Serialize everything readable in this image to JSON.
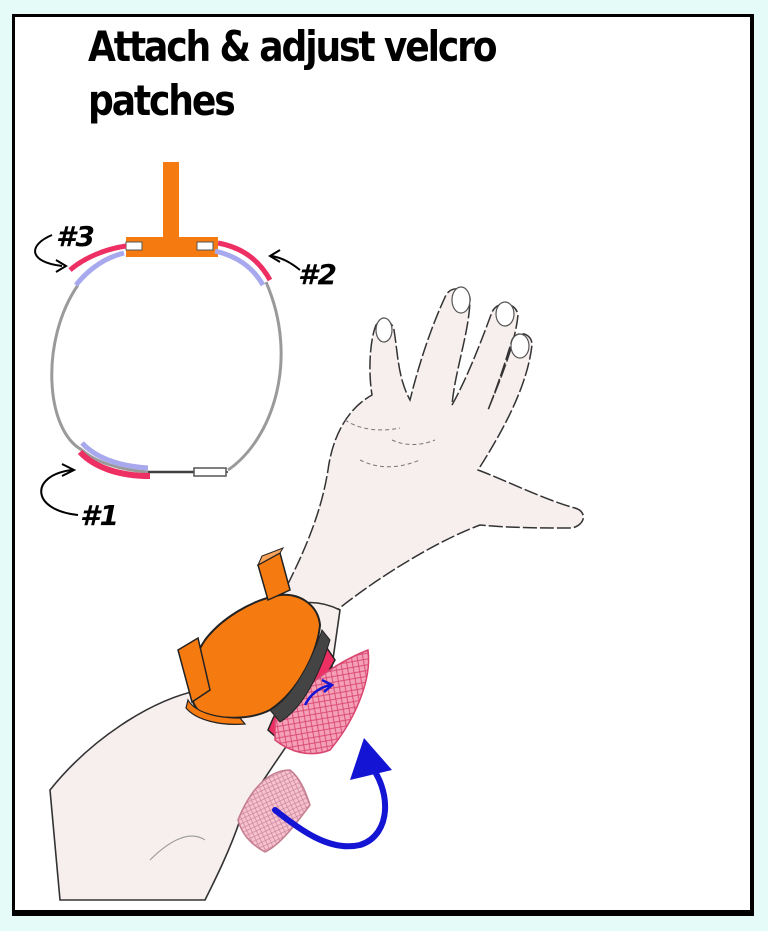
{
  "title": "Attach & adjust velcro patches",
  "labels": {
    "patch1": "#1",
    "patch2": "#2",
    "patch3": "#3"
  },
  "colors": {
    "background": "#e4fbf8",
    "orange": "#f57a10",
    "velcro_pink": "#ee2f63",
    "velcro_blue": "#a8a8ee",
    "arrow_blue": "#1414d4",
    "skin": "#f7eeee",
    "mesh_pink": "#f58fb0"
  }
}
